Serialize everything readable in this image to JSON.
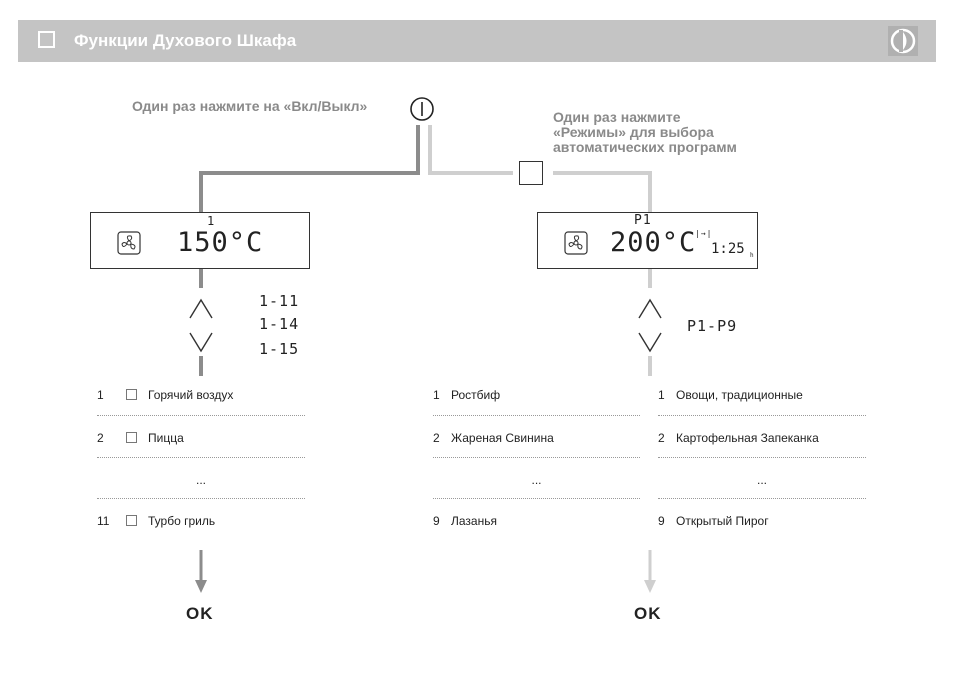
{
  "header": {
    "title": "Функции Духового Шкафа"
  },
  "instructions": {
    "left": "Один раз нажмите на «Вкл/Выкл»",
    "right_lines": [
      "Один раз нажмите",
      "«Режимы» для выбора",
      "автоматических программ"
    ]
  },
  "display_left": {
    "function_number": "1",
    "temperature": "150°C"
  },
  "display_right": {
    "program": "P1",
    "temperature": "200°C",
    "time": "1:25",
    "time_unit": "h"
  },
  "left_ranges": [
    "1-11",
    "1-14",
    "1-15"
  ],
  "right_range": "P1-P9",
  "left_list": [
    {
      "num": "1",
      "label": "Горячий воздух",
      "icon": "hot-air-icon"
    },
    {
      "num": "2",
      "label": "Пицца",
      "icon": "pizza-icon"
    },
    {
      "num": "",
      "label": "...",
      "icon": ""
    },
    {
      "num": "11",
      "label": "Турбо гриль",
      "icon": "turbo-grill-icon"
    }
  ],
  "middle_list": [
    {
      "num": "1",
      "label": "Ростбиф"
    },
    {
      "num": "2",
      "label": "Жареная Свинина"
    },
    {
      "num": "",
      "label": "..."
    },
    {
      "num": "9",
      "label": "Лазанья"
    }
  ],
  "right_list": [
    {
      "num": "1",
      "label": "Овощи, традиционные"
    },
    {
      "num": "2",
      "label": "Картофельная Запеканка"
    },
    {
      "num": "",
      "label": "..."
    },
    {
      "num": "9",
      "label": "Открытый Пирог"
    }
  ],
  "ok_left": "OK",
  "ok_right": "OK",
  "colors": {
    "header": "#c4c4c4",
    "line_dark": "#8c8c8c",
    "line_light": "#cfcfcf"
  }
}
